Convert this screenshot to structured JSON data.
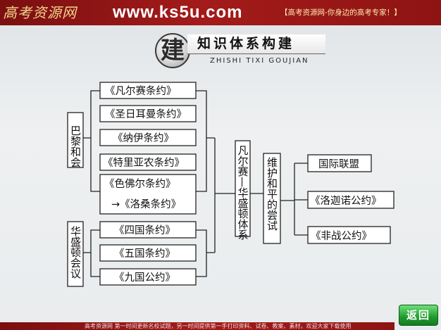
{
  "header": {
    "logo": "高考资源网",
    "site": "www.ks5u.com",
    "slogan": "【高考资源网-你身边的高考专家！】"
  },
  "section": {
    "emblem": "建",
    "title": "知识体系构建",
    "pinyin": "ZHISHI TIXI GOUJIAN"
  },
  "diagram": {
    "groups": [
      {
        "label": "巴黎和会"
      },
      {
        "label": "华盛顿会议"
      }
    ],
    "paris_treaties": [
      "《凡尔赛条约》",
      "《圣日耳曼条约》",
      "《纳伊条约》",
      "《特里亚农条约》",
      "《色佛尔条约》"
    ],
    "sevres_successor": "→《洛桑条约》",
    "washington_treaties": [
      "《四国条约》",
      "《五国条约》",
      "《九国公约》"
    ],
    "system": "凡尔赛—华盛顿体系",
    "peace_attempts": "维护和平的尝试",
    "outcomes": [
      "国际联盟",
      "《洛迦诺公约》",
      "《非战公约》"
    ]
  },
  "footer": {
    "back_label": "返回",
    "text": "高考资源网  第一时间更新名校试题，另一时间提供第一手打印资料、试卷、教案、素材，欢迎大家下载使用"
  },
  "colors": {
    "banner": "#a31b1a",
    "back_button": "#1f9a2e"
  }
}
